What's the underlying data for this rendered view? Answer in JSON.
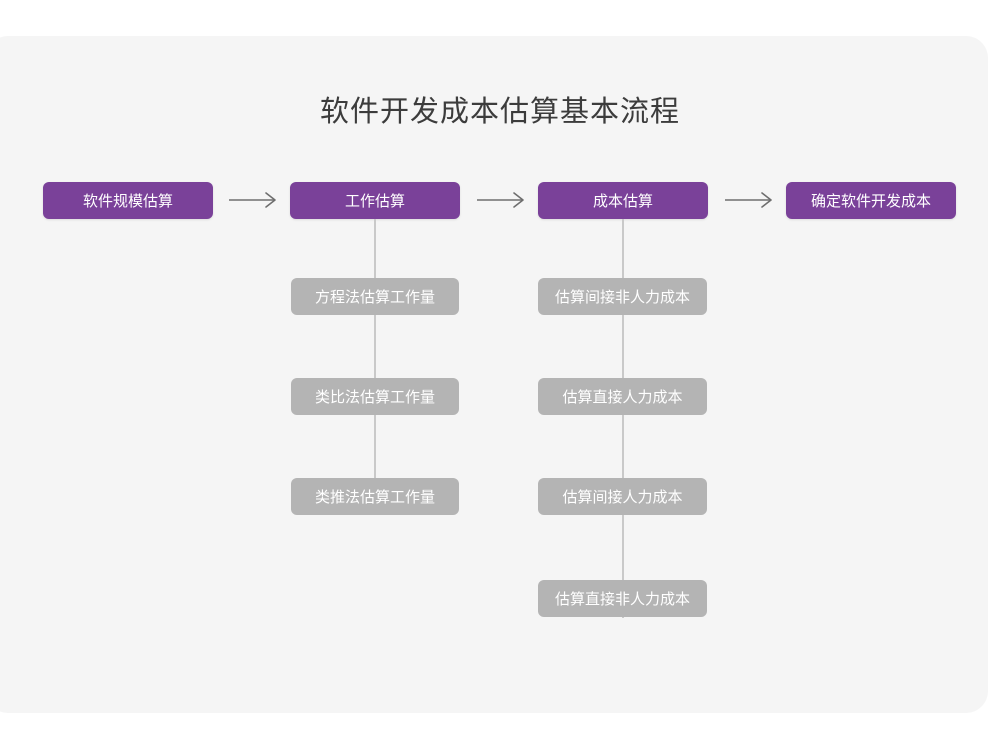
{
  "page": {
    "title": "软件开发成本估算基本流程",
    "background": "#ffffff",
    "card_background": "#f5f5f5",
    "primary_color": "#7a4199",
    "secondary_color": "#b4b4b4",
    "connector_color": "#c9c9c9",
    "title_color": "#3c3c3c"
  },
  "flow": {
    "main_steps": [
      {
        "label": "软件规模估算"
      },
      {
        "label": "工作估算"
      },
      {
        "label": "成本估算"
      },
      {
        "label": "确定软件开发成本"
      }
    ],
    "arrows": [
      {
        "name": "arrow-1",
        "glyph": "→"
      },
      {
        "name": "arrow-2",
        "glyph": "→"
      },
      {
        "name": "arrow-3",
        "glyph": "→"
      }
    ],
    "branches": [
      {
        "parent": "工作估算",
        "items": [
          {
            "label": "方程法估算工作量"
          },
          {
            "label": "类比法估算工作量"
          },
          {
            "label": "类推法估算工作量"
          }
        ]
      },
      {
        "parent": "成本估算",
        "items": [
          {
            "label": "估算间接非人力成本"
          },
          {
            "label": "估算直接人力成本"
          },
          {
            "label": "估算间接人力成本"
          },
          {
            "label": "估算直接非人力成本"
          }
        ]
      }
    ]
  }
}
